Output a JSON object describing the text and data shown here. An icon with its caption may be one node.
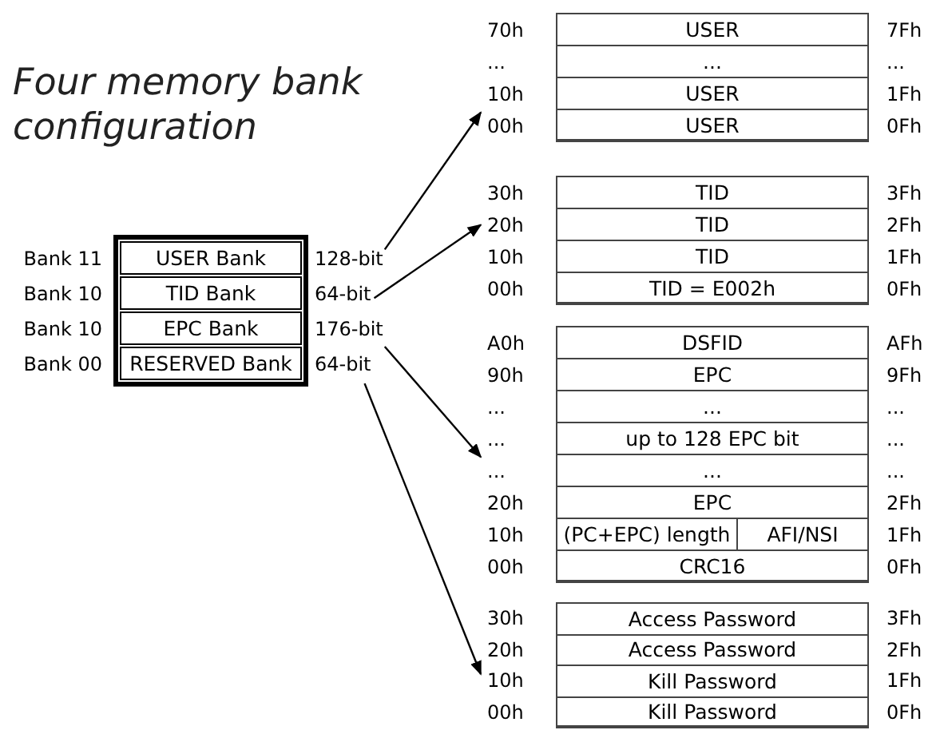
{
  "diagram": {
    "title": "Four memory bank configuration",
    "nodes": [
      {
        "text": [
          "USER Bank"
        ],
        "beside": [
          "Bank 11",
          "128-bit"
        ]
      },
      {
        "text": [
          "TID Bank"
        ],
        "beside": [
          "Bank 10",
          "64-bit"
        ]
      },
      {
        "text": [
          "EPC Bank"
        ],
        "beside": [
          "Bank 10",
          "176-bit"
        ]
      },
      {
        "text": [
          "RESERVED Bank"
        ],
        "beside": [
          "Bank 00",
          "64-bit"
        ]
      },
      {
        "text": [],
        "shape": "box"
      },
      {
        "text": [
          "USER"
        ],
        "in": 4,
        "beside": [
          "70h",
          "7Fh"
        ]
      },
      {
        "text": [
          "..."
        ],
        "in": 4,
        "beside": [
          "...",
          "..."
        ]
      },
      {
        "text": [
          "USER"
        ],
        "in": 4,
        "beside": [
          "10h",
          "1Fh"
        ]
      },
      {
        "text": [
          "USER"
        ],
        "in": 4,
        "beside": [
          "00h",
          "0Fh"
        ]
      },
      {
        "text": [],
        "shape": "box"
      },
      {
        "text": [
          "TID"
        ],
        "in": 9,
        "beside": [
          "30h",
          "3Fh"
        ]
      },
      {
        "text": [
          "TID"
        ],
        "in": 9,
        "beside": [
          "20h",
          "2Fh"
        ]
      },
      {
        "text": [
          "TID"
        ],
        "in": 9,
        "beside": [
          "10h",
          "1Fh"
        ]
      },
      {
        "text": [
          "TID = E002h"
        ],
        "in": 9,
        "beside": [
          "00h",
          "0Fh"
        ]
      },
      {
        "text": [],
        "shape": "box"
      },
      {
        "text": [
          "DSFID"
        ],
        "in": 14,
        "beside": [
          "A0h",
          "AFh"
        ]
      },
      {
        "text": [
          "EPC"
        ],
        "in": 14,
        "beside": [
          "90h",
          "9Fh"
        ]
      },
      {
        "text": [
          "..."
        ],
        "in": 14,
        "beside": [
          "...",
          "..."
        ]
      },
      {
        "text": [
          "up to 128 EPC bit"
        ],
        "in": 14,
        "beside": [
          "...",
          "..."
        ]
      },
      {
        "text": [
          "..."
        ],
        "in": 14,
        "beside": [
          "...",
          "..."
        ]
      },
      {
        "text": [
          "EPC"
        ],
        "in": 14,
        "beside": [
          "20h",
          "2Fh"
        ]
      },
      {
        "text": [
          "(PC+EPC) length"
        ],
        "in": 14,
        "beside": [
          "10h"
        ]
      },
      {
        "text": [
          "AFI/NSI"
        ],
        "in": 14,
        "beside": [
          "1Fh"
        ]
      },
      {
        "text": [
          "CRC16"
        ],
        "in": 14,
        "beside": [
          "00h",
          "0Fh"
        ]
      },
      {
        "text": [],
        "shape": "box"
      },
      {
        "text": [
          "Access Password"
        ],
        "in": 24,
        "beside": [
          "30h",
          "3Fh"
        ]
      },
      {
        "text": [
          "Access Password"
        ],
        "in": 24,
        "beside": [
          "20h",
          "2Fh"
        ]
      },
      {
        "text": [
          "Kill Password"
        ],
        "in": 24,
        "beside": [
          "10h",
          "1Fh"
        ]
      },
      {
        "text": [
          "Kill Password"
        ],
        "in": 24,
        "beside": [
          "00h",
          "0Fh"
        ]
      }
    ],
    "edges": [
      {
        "from": 0,
        "to": 4,
        "arrow": "to"
      },
      {
        "from": 1,
        "to": 9,
        "arrow": "to"
      },
      {
        "from": 2,
        "to": 14,
        "arrow": "to"
      },
      {
        "from": 3,
        "to": 24,
        "arrow": "to"
      }
    ]
  }
}
